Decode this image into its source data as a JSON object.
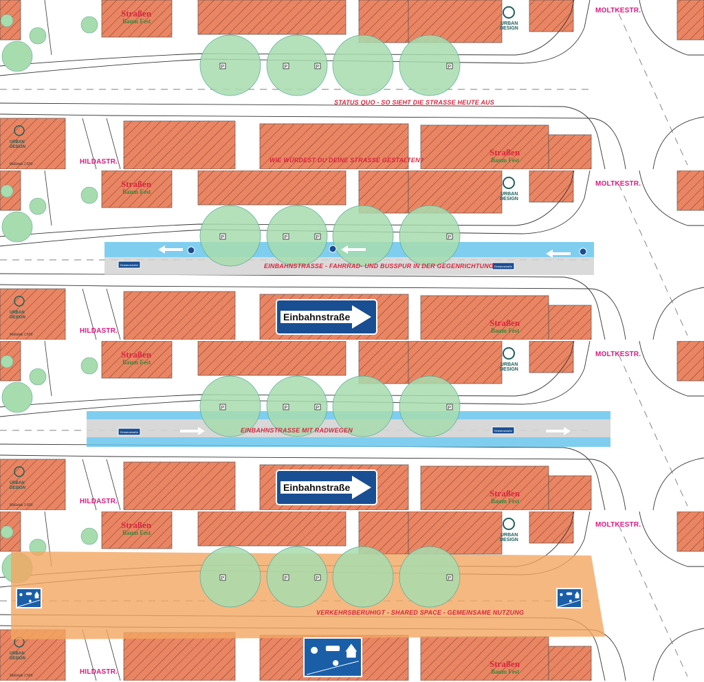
{
  "streets": {
    "moltke": "MOLTKESTR.",
    "hilda": "HILDASTR."
  },
  "logos": {
    "strassenbaumfest_line1": "Straßen",
    "strassenbaumfest_line2": "Baum Fest",
    "urban_design_line1": "URBAN",
    "urban_design_line2": "DESIGN"
  },
  "scale_note": "Maßstab 1:500",
  "panels": [
    {
      "id": "status-quo",
      "caption": "STATUS QUO - SO SIEHT DIE STRASSE HEUTE AUS",
      "question": "WIE WÜRDEST DU DEINE STRASSE GESTALTEN?"
    },
    {
      "id": "one-way-contraflow",
      "caption": "EINBAHNSTRASSE - FAHRRAD- UND BUSSPUR IN DER GEGENRICHTUNG",
      "sign_text": "Einbahnstraße",
      "mini_sign_text": "Einbahnstraße"
    },
    {
      "id": "one-way-cycle",
      "caption": "EINBAHNSTRASSE MIT RADWEGEN",
      "sign_text": "Einbahnstraße",
      "mini_sign_text": "Einbahnstraße"
    },
    {
      "id": "shared-space",
      "caption": "VERKEHRSBERUHIGT - SHARED SPACE - GEMEINSAME NUTZUNG",
      "sign_icon": "shared-space-sign-icon"
    }
  ],
  "colors": {
    "building": "#ea8563",
    "tree": "#a7dcae",
    "bus_lane": "#5fc2ec",
    "car_lane": "#d4d4d4",
    "shared_space": "#f4a661",
    "sign_blue": "#1a4e92"
  }
}
